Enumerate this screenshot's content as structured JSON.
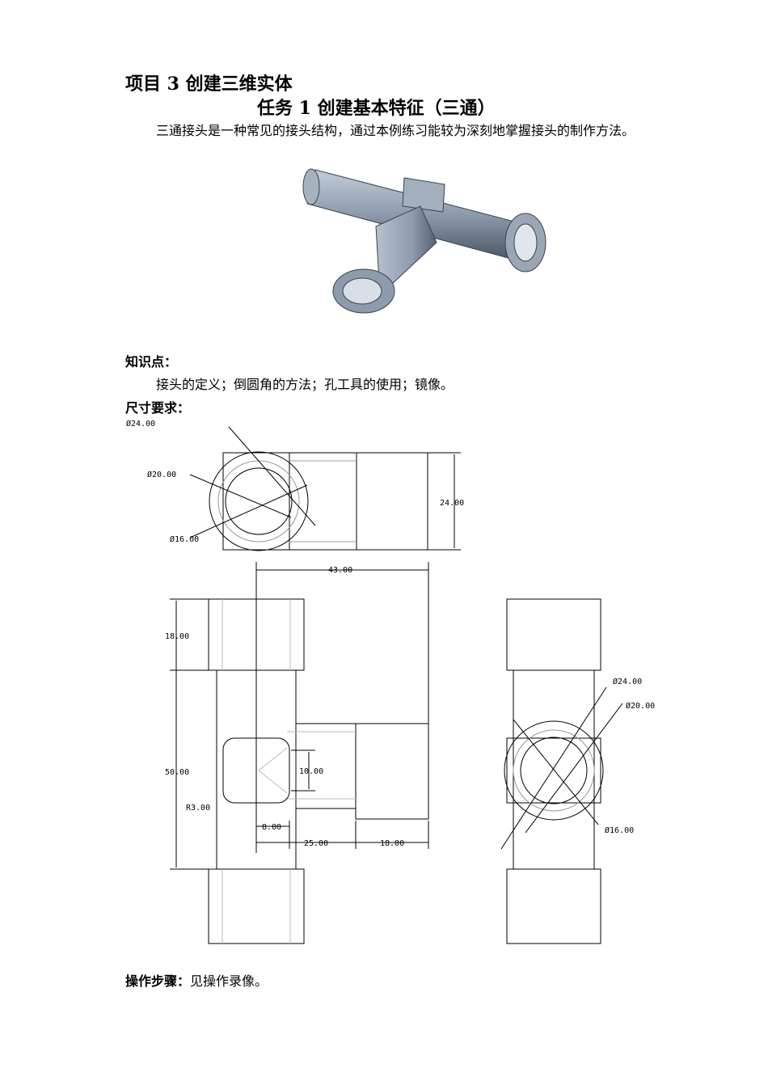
{
  "header": {
    "project": "项目 3   创建三维实体",
    "task": "任务 1     创建基本特征（三通）"
  },
  "intro": "三通接头是一种常见的接头结构，通过本例练习能较为深刻地掌握接头的制作方法。",
  "knowledge": {
    "label": "知识点：",
    "text": "接头的定义；倒圆角的方法；孔工具的使用；镜像。"
  },
  "dimensions_section": {
    "label": "尺寸要求："
  },
  "drawing_labels": {
    "dia24_top": "Ø24.00",
    "dia20_top": "Ø20.00",
    "dia16_top": "Ø16.00",
    "h24": "24.00",
    "w43": "43.00",
    "h18": "18.00",
    "h50": "50.00",
    "h10": "10.00",
    "r3": "R3.00",
    "w8": "8.00",
    "w25": "25.00",
    "w18": "18.00",
    "dia24_side": "Ø24.00",
    "dia20_side": "Ø20.00",
    "dia16_side": "Ø16.00"
  },
  "operation": {
    "label": "操作步骤：",
    "text": "见操作录像。"
  },
  "colors": {
    "render_body": "#8e9bad",
    "render_light": "#c3ccd8",
    "render_dark": "#4d5866"
  }
}
